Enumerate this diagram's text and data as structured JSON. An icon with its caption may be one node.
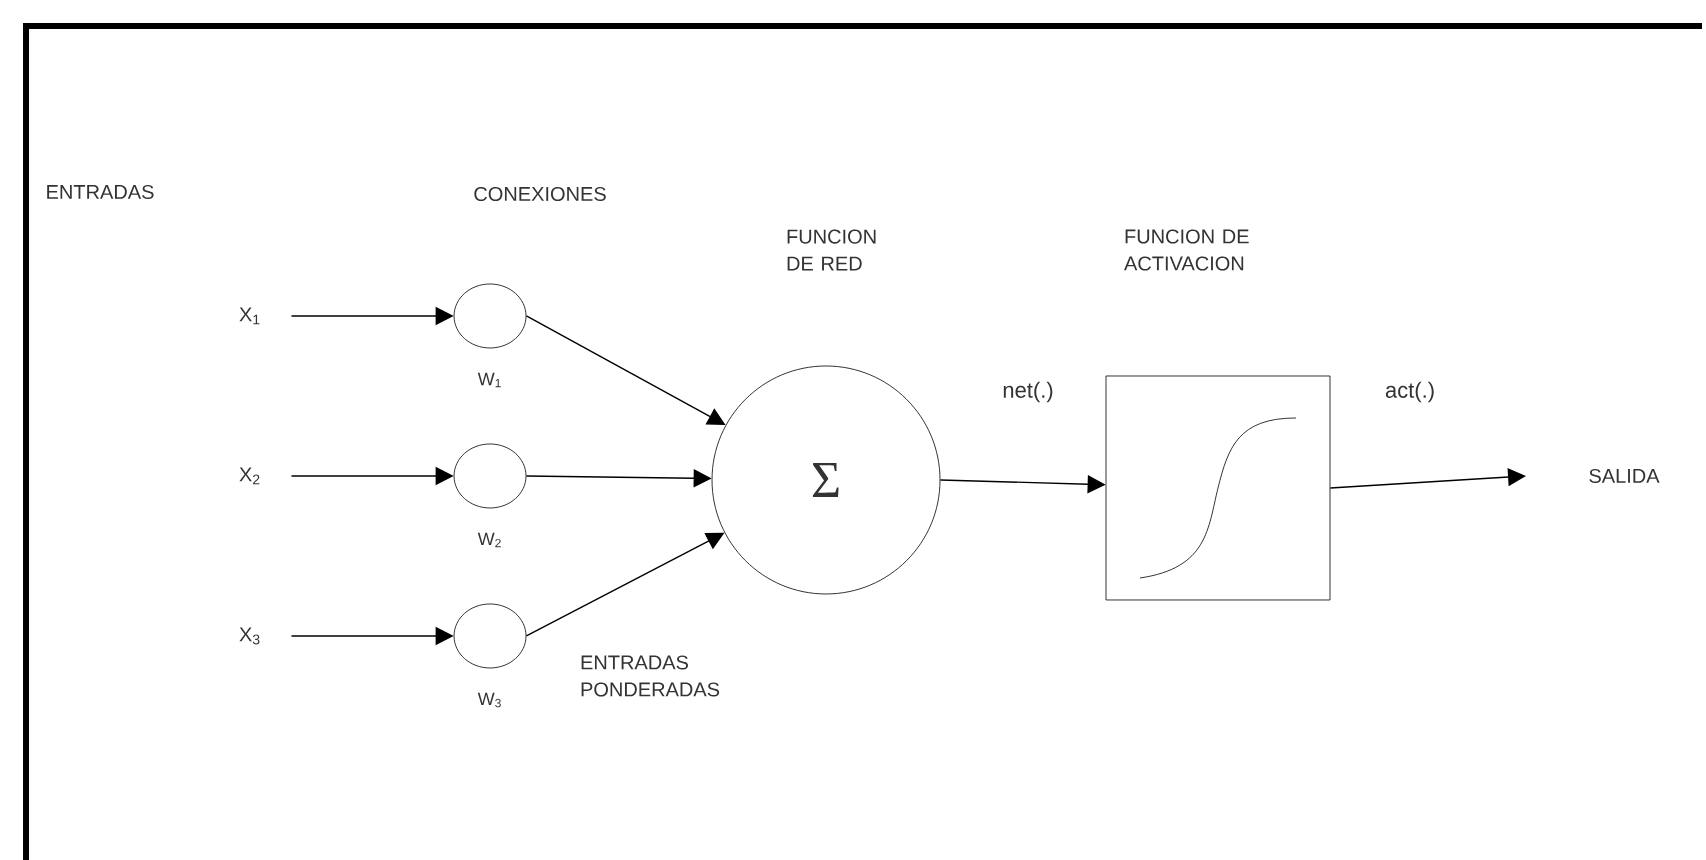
{
  "diagram": {
    "nodes": [
      {
        "text": [
          "X$_{1}$"
        ]
      },
      {
        "text": [
          "X$_{2}$"
        ]
      },
      {
        "text": [
          "X$_{3}$"
        ]
      },
      {
        "text": [],
        "shape": "circle",
        "beside": [
          "W$_{1}$"
        ]
      },
      {
        "text": [],
        "shape": "circle",
        "beside": [
          "W$_{2}$"
        ]
      },
      {
        "text": [],
        "shape": "circle",
        "beside": [
          "W$_{3}$"
        ]
      },
      {
        "text": [
          "Σ"
        ]
      },
      {
        "text": [],
        "shape": "box"
      },
      {
        "text": [
          "SALIDA"
        ]
      }
    ],
    "edges": [
      {
        "from": 0,
        "to": 3,
        "arrow": "to"
      },
      {
        "from": 1,
        "to": 4,
        "arrow": "to"
      },
      {
        "from": 2,
        "to": 5,
        "arrow": "to"
      },
      {
        "from": 3,
        "to": 6,
        "arrow": "to"
      },
      {
        "from": 4,
        "to": 6,
        "arrow": "to"
      },
      {
        "from": 5,
        "to": 6,
        "arrow": "to"
      },
      {
        "from": 6,
        "to": 7,
        "arrow": "to",
        "label": "net(.)"
      },
      {
        "from": 7,
        "to": 8,
        "arrow": "to",
        "label": "act(.)"
      }
    ],
    "labels": [
      "ENTRADAS",
      "CONEXIONES",
      "FUNCION DE RED",
      "FUNCION DE ACTIVACION",
      "ENTRADAS PONDERADAS"
    ]
  }
}
